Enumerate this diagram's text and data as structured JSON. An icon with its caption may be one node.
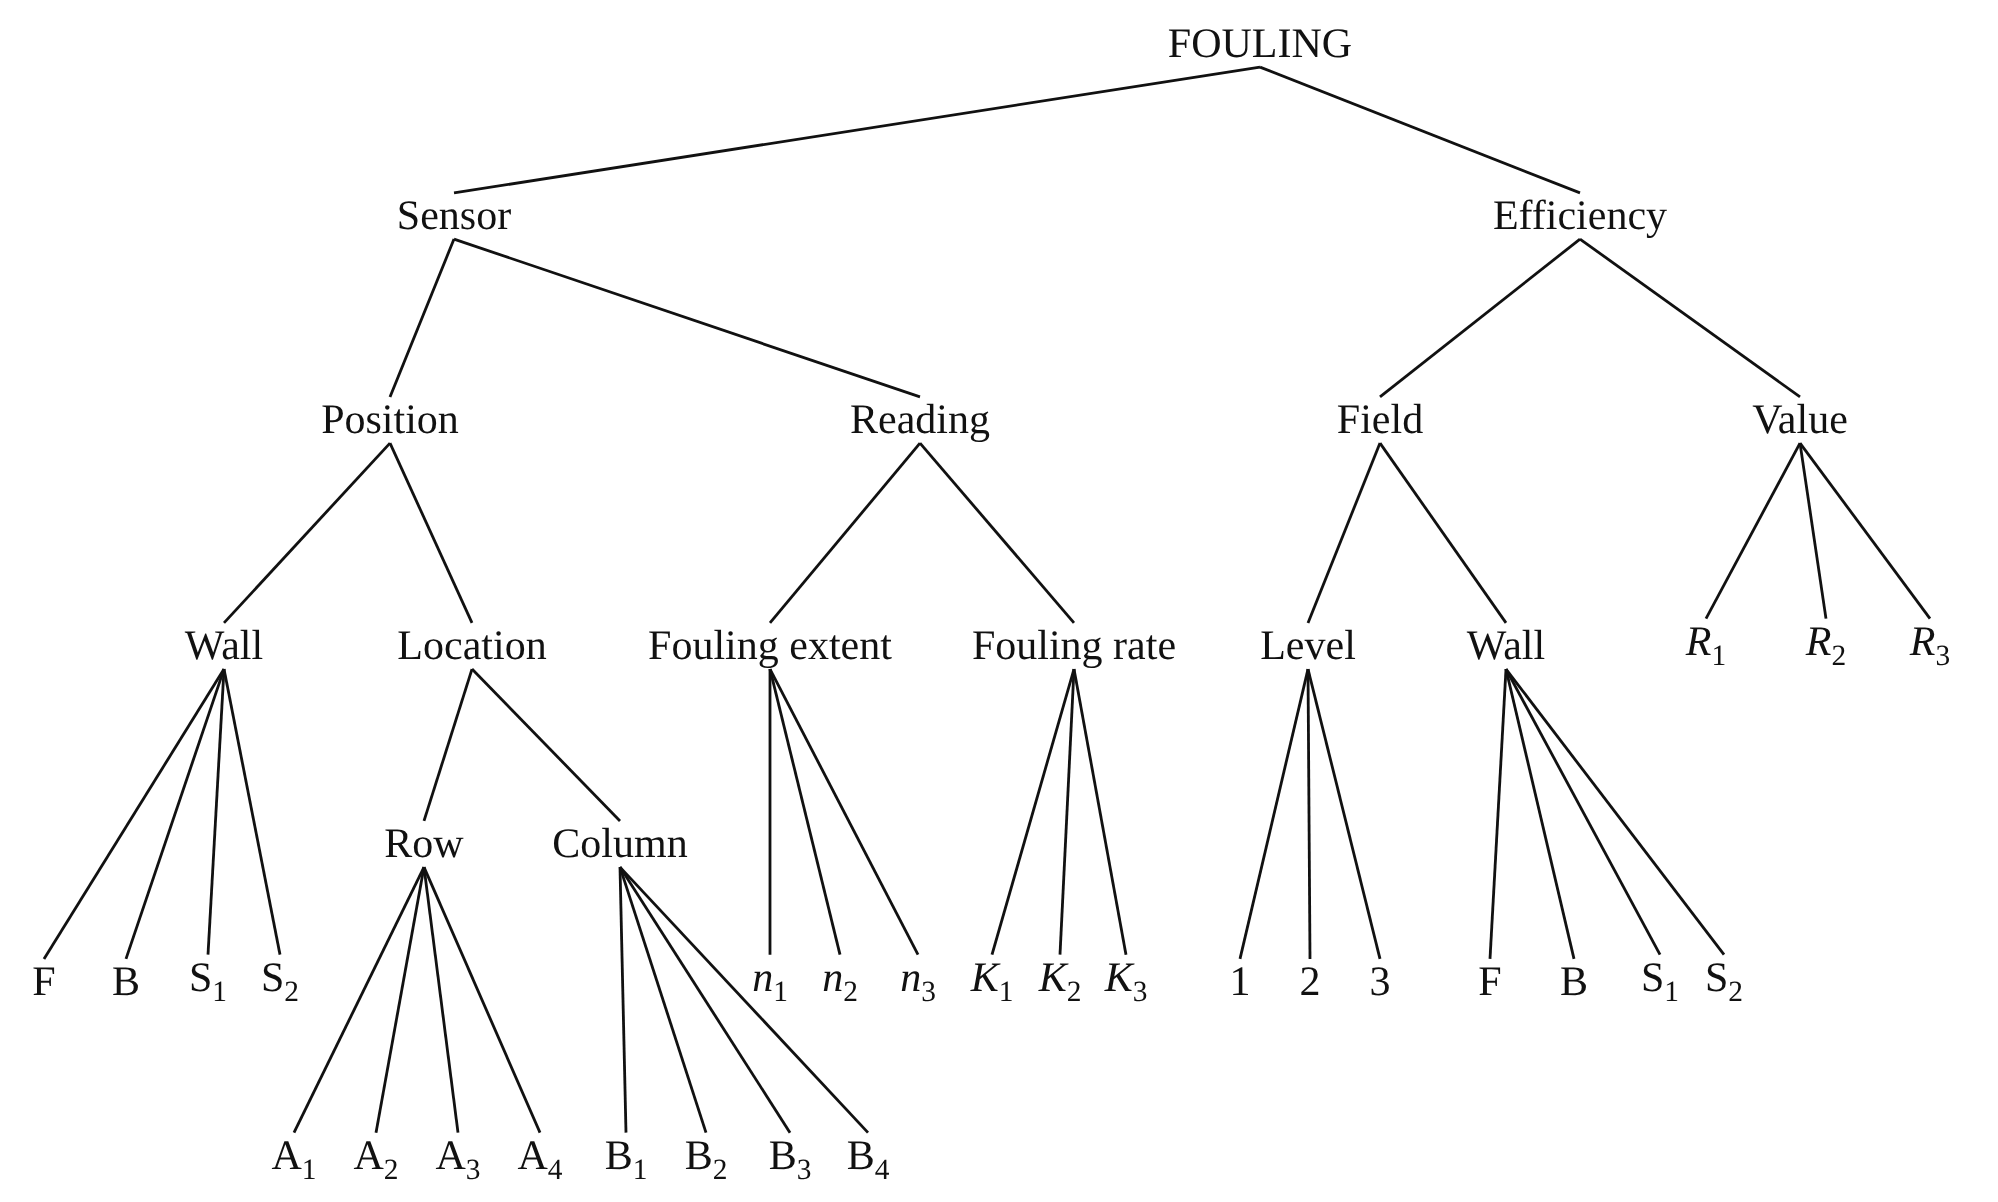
{
  "diagram": {
    "nodes": [
      {
        "text": [
          "FOULING"
        ]
      },
      {
        "text": [
          "Sensor"
        ]
      },
      {
        "text": [
          "Efficiency"
        ]
      },
      {
        "text": [
          "Position"
        ]
      },
      {
        "text": [
          "Reading"
        ]
      },
      {
        "text": [
          "Field"
        ]
      },
      {
        "text": [
          "Value"
        ]
      },
      {
        "text": [
          "Wall"
        ]
      },
      {
        "text": [
          "Location"
        ]
      },
      {
        "text": [
          "Fouling extent"
        ]
      },
      {
        "text": [
          "Fouling rate"
        ]
      },
      {
        "text": [
          "Level"
        ]
      },
      {
        "text": [
          "Wall"
        ]
      },
      {
        "text": [
          "*R*$_{1}$"
        ]
      },
      {
        "text": [
          "*R*$_{2}$"
        ]
      },
      {
        "text": [
          "*R*$_{3}$"
        ]
      },
      {
        "text": [
          "Row"
        ]
      },
      {
        "text": [
          "Column"
        ]
      },
      {
        "text": [
          "F"
        ]
      },
      {
        "text": [
          "B"
        ]
      },
      {
        "text": [
          "S$_{1}$"
        ]
      },
      {
        "text": [
          "S$_{2}$"
        ]
      },
      {
        "text": [
          "*n*$_{1}$"
        ]
      },
      {
        "text": [
          "*n*$_{2}$"
        ]
      },
      {
        "text": [
          "*n*$_{3}$"
        ]
      },
      {
        "text": [
          "*K*$_{1}$"
        ]
      },
      {
        "text": [
          "*K*$_{2}$"
        ]
      },
      {
        "text": [
          "*K*$_{3}$"
        ]
      },
      {
        "text": [
          "1"
        ]
      },
      {
        "text": [
          "2"
        ]
      },
      {
        "text": [
          "3"
        ]
      },
      {
        "text": [
          "F"
        ]
      },
      {
        "text": [
          "B"
        ]
      },
      {
        "text": [
          "S$_{1}$"
        ]
      },
      {
        "text": [
          "S$_{2}$"
        ]
      },
      {
        "text": [
          "A$_{1}$"
        ]
      },
      {
        "text": [
          "A$_{2}$"
        ]
      },
      {
        "text": [
          "A$_{3}$"
        ]
      },
      {
        "text": [
          "A$_{4}$"
        ]
      },
      {
        "text": [
          "B$_{1}$"
        ]
      },
      {
        "text": [
          "B$_{2}$"
        ]
      },
      {
        "text": [
          "B$_{3}$"
        ]
      },
      {
        "text": [
          "B$_{4}$"
        ]
      }
    ],
    "edges": [
      {
        "from": 0,
        "to": 1,
        "arrow": "none"
      },
      {
        "from": 0,
        "to": 2,
        "arrow": "none"
      },
      {
        "from": 1,
        "to": 3,
        "arrow": "none"
      },
      {
        "from": 1,
        "to": 4,
        "arrow": "none"
      },
      {
        "from": 2,
        "to": 5,
        "arrow": "none"
      },
      {
        "from": 2,
        "to": 6,
        "arrow": "none"
      },
      {
        "from": 3,
        "to": 7,
        "arrow": "none"
      },
      {
        "from": 3,
        "to": 8,
        "arrow": "none"
      },
      {
        "from": 4,
        "to": 9,
        "arrow": "none"
      },
      {
        "from": 4,
        "to": 10,
        "arrow": "none"
      },
      {
        "from": 5,
        "to": 11,
        "arrow": "none"
      },
      {
        "from": 5,
        "to": 12,
        "arrow": "none"
      },
      {
        "from": 6,
        "to": 13,
        "arrow": "none"
      },
      {
        "from": 6,
        "to": 14,
        "arrow": "none"
      },
      {
        "from": 6,
        "to": 15,
        "arrow": "none"
      },
      {
        "from": 7,
        "to": 18,
        "arrow": "none"
      },
      {
        "from": 7,
        "to": 19,
        "arrow": "none"
      },
      {
        "from": 7,
        "to": 20,
        "arrow": "none"
      },
      {
        "from": 7,
        "to": 21,
        "arrow": "none"
      },
      {
        "from": 8,
        "to": 16,
        "arrow": "none"
      },
      {
        "from": 8,
        "to": 17,
        "arrow": "none"
      },
      {
        "from": 9,
        "to": 22,
        "arrow": "none"
      },
      {
        "from": 9,
        "to": 23,
        "arrow": "none"
      },
      {
        "from": 9,
        "to": 24,
        "arrow": "none"
      },
      {
        "from": 10,
        "to": 25,
        "arrow": "none"
      },
      {
        "from": 10,
        "to": 26,
        "arrow": "none"
      },
      {
        "from": 10,
        "to": 27,
        "arrow": "none"
      },
      {
        "from": 11,
        "to": 28,
        "arrow": "none"
      },
      {
        "from": 11,
        "to": 29,
        "arrow": "none"
      },
      {
        "from": 11,
        "to": 30,
        "arrow": "none"
      },
      {
        "from": 12,
        "to": 31,
        "arrow": "none"
      },
      {
        "from": 12,
        "to": 32,
        "arrow": "none"
      },
      {
        "from": 12,
        "to": 33,
        "arrow": "none"
      },
      {
        "from": 12,
        "to": 34,
        "arrow": "none"
      },
      {
        "from": 16,
        "to": 35,
        "arrow": "none"
      },
      {
        "from": 16,
        "to": 36,
        "arrow": "none"
      },
      {
        "from": 16,
        "to": 37,
        "arrow": "none"
      },
      {
        "from": 16,
        "to": 38,
        "arrow": "none"
      },
      {
        "from": 17,
        "to": 39,
        "arrow": "none"
      },
      {
        "from": 17,
        "to": 40,
        "arrow": "none"
      },
      {
        "from": 17,
        "to": 41,
        "arrow": "none"
      },
      {
        "from": 17,
        "to": 42,
        "arrow": "none"
      }
    ]
  }
}
